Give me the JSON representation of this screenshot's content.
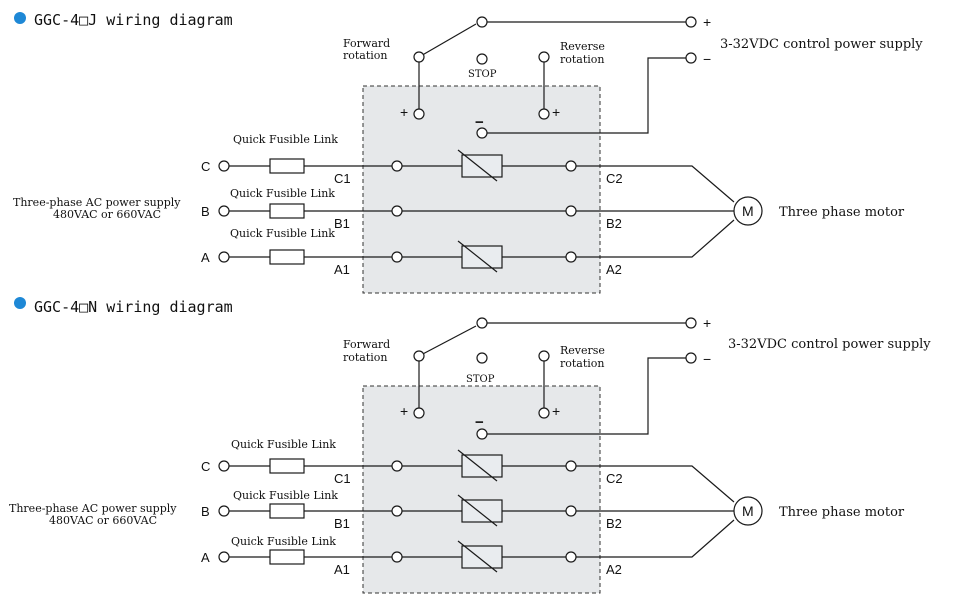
{
  "colors": {
    "bullet": "#1e88d6",
    "module": "#e6e8ea",
    "wire": "#1a1a1a"
  },
  "icons": {
    "bullet": "bullet-dot-icon",
    "terminal": "terminal-circle-icon",
    "fuse": "fuse-icon",
    "varistor": "varistor-icon",
    "motor": "motor-icon"
  },
  "labels": {
    "forward_line1": "Forward",
    "forward_line2": "rotation",
    "reverse_line1": "Reverse",
    "reverse_line2": "rotation",
    "stop": "STOP",
    "plus": "+",
    "minus": "−",
    "power_line1": "Three-phase AC power supply",
    "power_line2": "480VAC or 660VAC",
    "fuse": "Quick Fusible Link",
    "motor_symbol": "M",
    "motor": "Three phase motor",
    "ph_c": "C",
    "ph_b": "B",
    "ph_a": "A",
    "c1": "C1",
    "b1": "B1",
    "a1": "A1",
    "c2": "C2",
    "b2": "B2",
    "a2": "A2"
  },
  "diagrams": [
    {
      "title": "GGC-4□J wiring diagram",
      "control_supply": "3-32VDC control power supply"
    },
    {
      "title": "GGC-4□N wiring diagram",
      "control_supply": "3-32VDC control power supply"
    }
  ]
}
